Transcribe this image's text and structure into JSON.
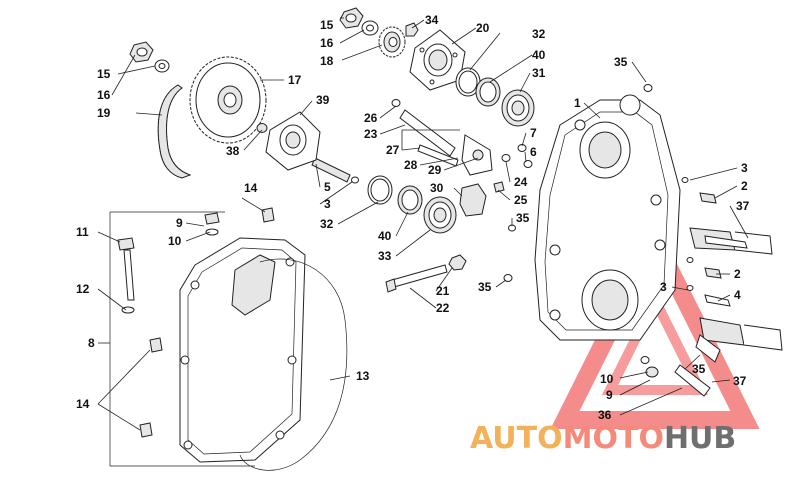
{
  "callouts": [
    {
      "id": "c15a",
      "label": "15"
    },
    {
      "id": "c16a",
      "label": "16"
    },
    {
      "id": "c18",
      "label": "18"
    },
    {
      "id": "c34",
      "label": "34"
    },
    {
      "id": "c20",
      "label": "20"
    },
    {
      "id": "c32a",
      "label": "32"
    },
    {
      "id": "c40a",
      "label": "40"
    },
    {
      "id": "c31",
      "label": "31"
    },
    {
      "id": "c35a",
      "label": "35"
    },
    {
      "id": "c15b",
      "label": "15"
    },
    {
      "id": "c16b",
      "label": "16"
    },
    {
      "id": "c17",
      "label": "17"
    },
    {
      "id": "c19",
      "label": "19"
    },
    {
      "id": "c39",
      "label": "39"
    },
    {
      "id": "c26",
      "label": "26"
    },
    {
      "id": "c23",
      "label": "23"
    },
    {
      "id": "c1",
      "label": "1"
    },
    {
      "id": "c7",
      "label": "7"
    },
    {
      "id": "c6",
      "label": "6"
    },
    {
      "id": "c38",
      "label": "38"
    },
    {
      "id": "c27",
      "label": "27"
    },
    {
      "id": "c28",
      "label": "28"
    },
    {
      "id": "c29",
      "label": "29"
    },
    {
      "id": "c24",
      "label": "24"
    },
    {
      "id": "c25",
      "label": "25"
    },
    {
      "id": "c3a",
      "label": "3"
    },
    {
      "id": "c2a",
      "label": "2"
    },
    {
      "id": "c5",
      "label": "5"
    },
    {
      "id": "c3b",
      "label": "3"
    },
    {
      "id": "c32b",
      "label": "32"
    },
    {
      "id": "c30",
      "label": "30"
    },
    {
      "id": "c35b",
      "label": "35"
    },
    {
      "id": "c37a",
      "label": "37"
    },
    {
      "id": "c14a",
      "label": "14"
    },
    {
      "id": "c9a",
      "label": "9"
    },
    {
      "id": "c10a",
      "label": "10"
    },
    {
      "id": "c11",
      "label": "11"
    },
    {
      "id": "c40b",
      "label": "40"
    },
    {
      "id": "c33",
      "label": "33"
    },
    {
      "id": "c2b",
      "label": "2"
    },
    {
      "id": "c21",
      "label": "21"
    },
    {
      "id": "c12",
      "label": "12"
    },
    {
      "id": "c35c",
      "label": "35"
    },
    {
      "id": "c22",
      "label": "22"
    },
    {
      "id": "c3c",
      "label": "3"
    },
    {
      "id": "c4",
      "label": "4"
    },
    {
      "id": "c8",
      "label": "8"
    },
    {
      "id": "c13",
      "label": "13"
    },
    {
      "id": "c35d",
      "label": "35"
    },
    {
      "id": "c10b",
      "label": "10"
    },
    {
      "id": "c37b",
      "label": "37"
    },
    {
      "id": "c14b",
      "label": "14"
    },
    {
      "id": "c9b",
      "label": "9"
    },
    {
      "id": "c36",
      "label": "36"
    }
  ],
  "watermark": {
    "part1": "AUTO",
    "part2": "MOTO",
    "part3": "HUB",
    "colors": {
      "auto": "#f3b25a",
      "moto": "#f58a7a",
      "hub": "#6f6f6f",
      "triangle": "#ee4b4b"
    }
  }
}
